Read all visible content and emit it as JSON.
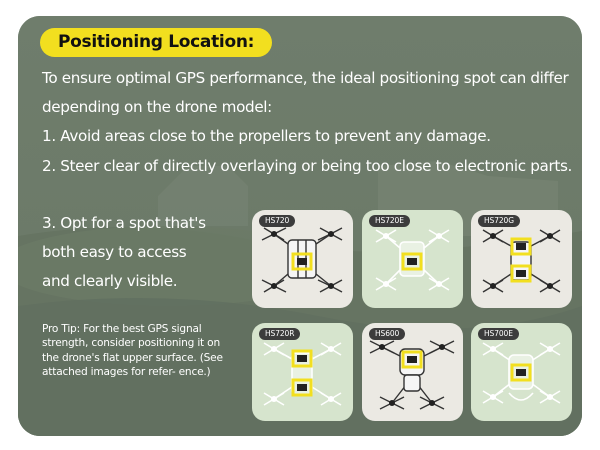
{
  "title": "Positioning Location:",
  "intro": "To ensure optimal GPS performance, the ideal positioning spot can differ depending on the drone model:",
  "point1": "1. Avoid areas close to the propellers to prevent any damage.",
  "point2": "2. Steer clear of directly overlaying or being too close to electronic parts.",
  "point3_lines": [
    "3. Opt for a spot that's",
    "both easy to access",
    "and clearly visible."
  ],
  "tip": "Pro Tip: For the best GPS signal strength, consider positioning it on the drone's flat upper surface. (See attached images for refer- ence.)",
  "models": [
    {
      "label": "HS720",
      "icon": "drone-hs720-icon"
    },
    {
      "label": "HS720E",
      "icon": "drone-hs720e-icon"
    },
    {
      "label": "HS720G",
      "icon": "drone-hs720g-icon"
    },
    {
      "label": "HS720R",
      "icon": "drone-hs720r-icon"
    },
    {
      "label": "HS600",
      "icon": "drone-hs600-icon"
    },
    {
      "label": "HS700E",
      "icon": "drone-hs700e-icon"
    }
  ],
  "colors": {
    "accent": "#f2df1f",
    "card_background": "#6c7a69",
    "tile_light": "#ebe9e3",
    "tile_green": "#d6e4cd",
    "marker": "#f2df1f"
  }
}
